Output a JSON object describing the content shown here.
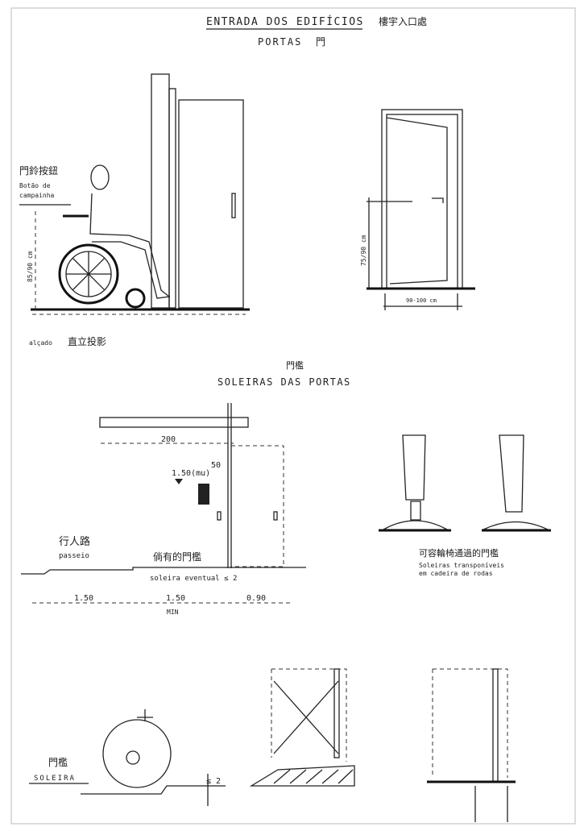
{
  "header": {
    "title": "ENTRADA DOS EDIFÍCIOS",
    "title_cn": "樓宇入口處",
    "subtitle": "PORTAS",
    "subtitle_cn": "門"
  },
  "elevation": {
    "bell_label_cn": "門鈴按鈕",
    "bell_label_1": "Botão de",
    "bell_label_2": "campainha",
    "height_dim": "85/90 cm",
    "caption": "alçado",
    "caption_cn": "直立投影"
  },
  "door": {
    "handle_height": "75/90 cm",
    "width": "90-100 cm"
  },
  "thresholds": {
    "title_cn": "門檻",
    "title": "SOLEIRAS DAS PORTAS",
    "dim_200": "200",
    "dim_150_mu": "1.50(mu)",
    "dim_50": "50",
    "sidewalk_cn": "行人路",
    "sidewalk": "passeio",
    "threshold_cn": "倘有的門檻",
    "threshold": "soleira eventual ≤ 2",
    "dim_a": "1.50",
    "dim_b": "1.50",
    "dim_c": "0.90",
    "min": "MIN",
    "passable_cn": "可容輪椅通過的門檻",
    "passable_1": "Soleiras transponíveis",
    "passable_2": "em cadeira de rodas"
  },
  "detail": {
    "label_cn": "門檻",
    "label": "SOLEIRA",
    "max": "≤ 2"
  }
}
